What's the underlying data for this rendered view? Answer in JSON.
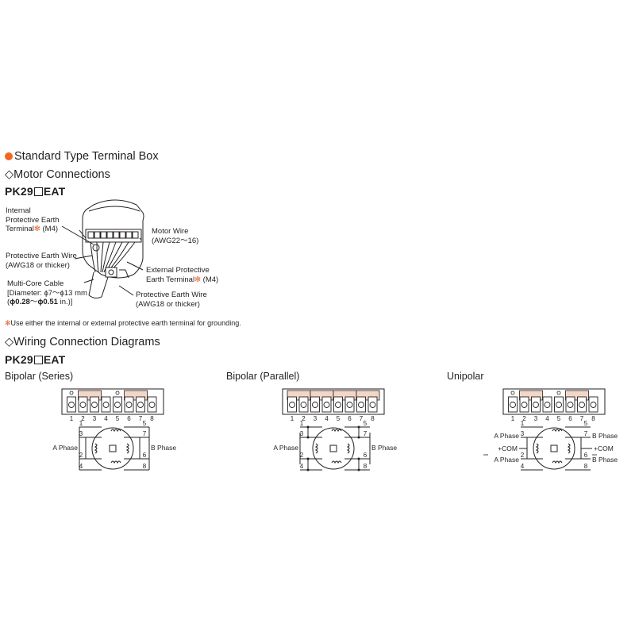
{
  "colors": {
    "accent": "#f26522",
    "terminal_fill": "#f2d7c8"
  },
  "header": {
    "title": "Standard Type Terminal Box"
  },
  "motor_connections": {
    "title": "Motor Connections",
    "model_prefix": "PK29",
    "model_suffix": "EAT",
    "labels": {
      "internal_pe": [
        "Internal",
        "Protective Earth",
        "Terminal"
      ],
      "internal_pe_tail": " (M4)",
      "pe_wire_left": [
        "Protective Earth Wire",
        "(AWG18 or thicker)"
      ],
      "multicore": [
        "Multi-Core Cable",
        "[Diameter: ϕ7～ϕ13 mm"
      ],
      "multicore_inch_open": "(",
      "multicore_inch_a": "ϕ0.28",
      "multicore_inch_mid": "～",
      "multicore_inch_b": "ϕ0.51",
      "multicore_inch_close": " in.)]",
      "motor_wire": [
        "Motor Wire",
        "(AWG22～16)"
      ],
      "external_pe": [
        "External Protective",
        "Earth Terminal"
      ],
      "external_pe_tail": " (M4)",
      "pe_wire_right": [
        "Protective Earth Wire",
        "(AWG18 or thicker)"
      ],
      "asterisk": "✻"
    },
    "note_mark": "✻",
    "note": "Use either the internal or external protective earth terminal for grounding."
  },
  "wiring": {
    "title": "Wiring Connection Diagrams",
    "model_prefix": "PK29",
    "model_suffix": "EAT",
    "diagrams": [
      {
        "name": "Bipolar (Series)",
        "terminals": [
          "1",
          "2",
          "3",
          "4",
          "5",
          "6",
          "7",
          "8"
        ],
        "phase_left": "A Phase",
        "phase_right": "B Phase",
        "coil_left": [
          "3",
          "2",
          "1",
          "4"
        ],
        "coil_right": [
          "7",
          "6",
          "5",
          "8"
        ]
      },
      {
        "name": "Bipolar (Parallel)",
        "terminals": [
          "1",
          "2",
          "3",
          "4",
          "5",
          "6",
          "7",
          "8"
        ],
        "phase_left": "A Phase",
        "phase_right": "B Phase",
        "coil_left": [
          "3",
          "2",
          "1",
          "4"
        ],
        "coil_right": [
          "7",
          "6",
          "5",
          "8"
        ]
      },
      {
        "name": "Unipolar",
        "terminals": [
          "1",
          "2",
          "3",
          "4",
          "5",
          "6",
          "7",
          "8"
        ],
        "phase_left": "A Phase",
        "phase_left_bar": "A Phase",
        "phase_right": "B Phase",
        "phase_right_bar": "B Phase",
        "com": "COM",
        "plus": "+",
        "coil_left": [
          "3",
          "2",
          "1",
          "4"
        ],
        "coil_right": [
          "7",
          "6",
          "5",
          "8"
        ]
      }
    ]
  }
}
